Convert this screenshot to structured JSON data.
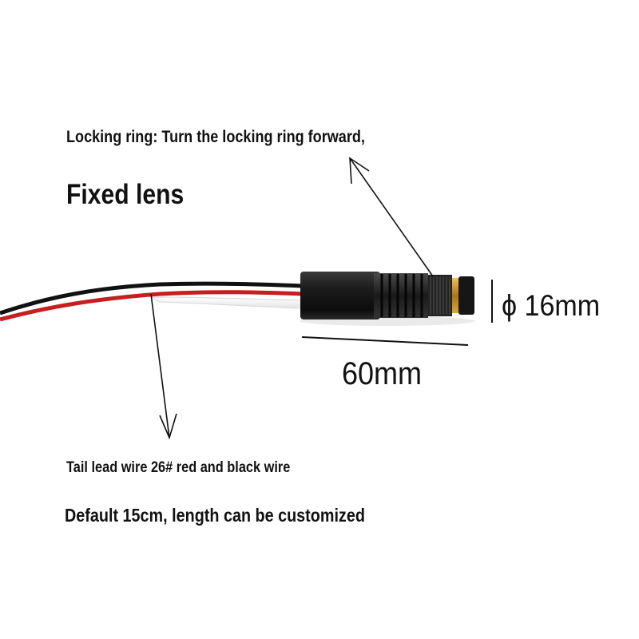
{
  "labels": {
    "locking_ring": "Locking ring: Turn the locking ring forward,",
    "fixed_lens": "Fixed lens",
    "diameter": "ϕ 16mm",
    "length": "60mm",
    "tail_wire": "Tail lead wire 26# red and black wire",
    "default_length": "Default 15cm, length can be customized"
  },
  "colors": {
    "module_body": "#1c1c1c",
    "wire_red": "#c81e1e",
    "wire_black": "#111111",
    "lens_ring": "#c8962e",
    "text": "#111111"
  },
  "icons": [
    "arrow-up-left-icon",
    "arrow-down-icon",
    "laser-module-illustration"
  ]
}
